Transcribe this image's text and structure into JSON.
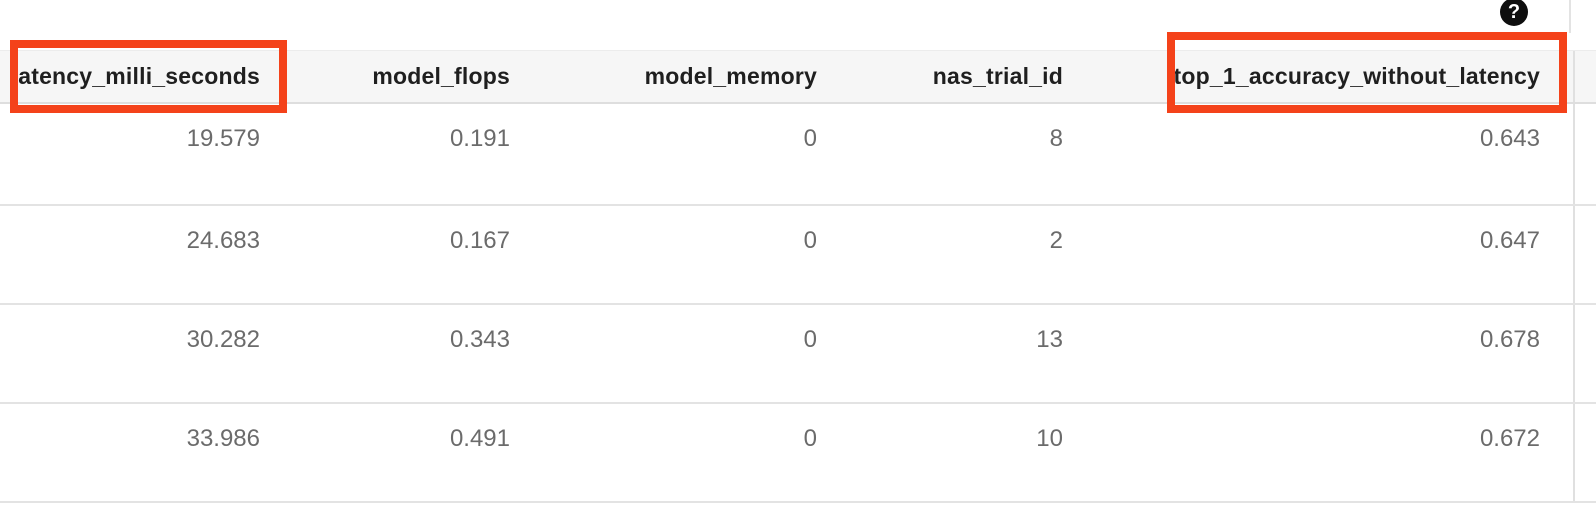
{
  "help": {
    "glyph": "?"
  },
  "annotation": {
    "color": "#f4421a",
    "highlighted_columns": [
      "latency_milli_seconds",
      "top_1_accuracy_without_latency"
    ]
  },
  "table": {
    "columns": [
      "latency_milli_seconds",
      "model_flops",
      "model_memory",
      "nas_trial_id",
      "top_1_accuracy_without_latency"
    ],
    "rows": [
      [
        "19.579",
        "0.191",
        "0",
        "8",
        "0.643"
      ],
      [
        "24.683",
        "0.167",
        "0",
        "2",
        "0.647"
      ],
      [
        "30.282",
        "0.343",
        "0",
        "13",
        "0.678"
      ],
      [
        "33.986",
        "0.491",
        "0",
        "10",
        "0.672"
      ]
    ]
  }
}
